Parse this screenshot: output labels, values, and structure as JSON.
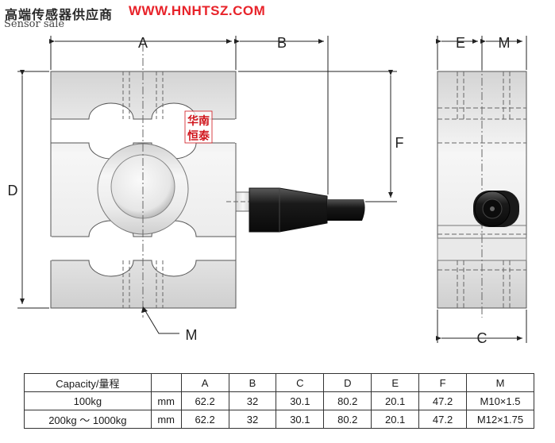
{
  "header": {
    "company_cn": "高端传感器供应商",
    "website": "WWW.HNHTSZ.COM",
    "subtitle": "Sensor sale"
  },
  "stamp": {
    "top": "华南",
    "bottom": "恒泰"
  },
  "dimension_labels": {
    "A": "A",
    "B": "B",
    "D": "D",
    "E": "E",
    "F": "F",
    "M_front": "M",
    "M_side": "M",
    "C": "C"
  },
  "colors": {
    "metal_light": "#f2f2f2",
    "metal_dark": "#c9c9c9",
    "connector": "#1c1c1c",
    "stamp_red": "#d0141b",
    "header_red": "#e8232a"
  },
  "table": {
    "headers": [
      "Capacity/量程",
      "",
      "A",
      "B",
      "C",
      "D",
      "E",
      "F",
      "M"
    ],
    "rows": [
      [
        "100kg",
        "mm",
        "62.2",
        "32",
        "30.1",
        "80.2",
        "20.1",
        "47.2",
        "M10×1.5"
      ],
      [
        "200kg ～ 1000kg",
        "mm",
        "62.2",
        "32",
        "30.1",
        "80.2",
        "20.1",
        "47.2",
        "M12×1.75"
      ]
    ]
  }
}
